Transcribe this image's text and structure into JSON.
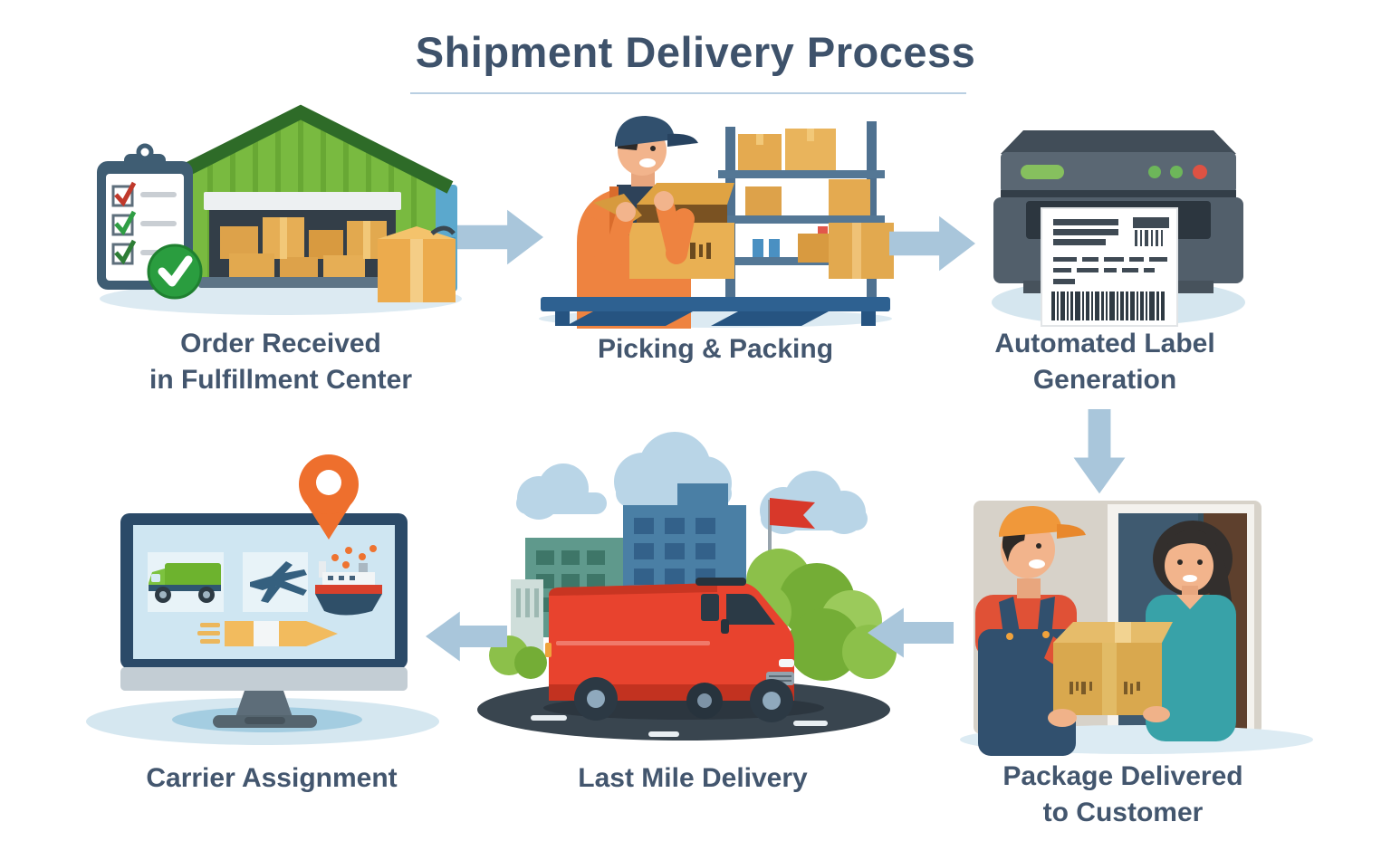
{
  "title": {
    "text": "Shipment Delivery Process"
  },
  "steps": [
    {
      "id": "order-received",
      "label_line1": "Order Received",
      "label_line2": "in Fulfillment Center",
      "illustration": "warehouse-checklist"
    },
    {
      "id": "picking-packing",
      "label_line1": "Picking & Packing",
      "label_line2": "",
      "illustration": "worker-packing-box"
    },
    {
      "id": "automated-label-generation",
      "label_line1": "Automated Label",
      "label_line2": "Generation",
      "illustration": "label-printer"
    },
    {
      "id": "package-delivered",
      "label_line1": "Package Delivered",
      "label_line2": "to Customer",
      "illustration": "doorstep-handoff"
    },
    {
      "id": "last-mile-delivery",
      "label_line1": "Last Mile Delivery",
      "label_line2": "",
      "illustration": "delivery-van-city"
    },
    {
      "id": "carrier-assignment",
      "label_line1": "Carrier Assignment",
      "label_line2": "",
      "illustration": "carrier-selection-monitor"
    }
  ],
  "arrows": [
    {
      "from": "order-received",
      "to": "picking-packing",
      "direction": "right"
    },
    {
      "from": "picking-packing",
      "to": "automated-label-generation",
      "direction": "right"
    },
    {
      "from": "automated-label-generation",
      "to": "package-delivered",
      "direction": "down"
    },
    {
      "from": "package-delivered",
      "to": "last-mile-delivery",
      "direction": "left"
    },
    {
      "from": "last-mile-delivery",
      "to": "carrier-assignment",
      "direction": "left"
    }
  ],
  "colors": {
    "background": "#ffffff",
    "title_text": "#3e526b",
    "label_text": "#43566e",
    "title_underline": "#b9cfe2",
    "arrow": "#a9c6db",
    "warehouse_green": "#79ba40",
    "cardboard_tan": "#e6ae55",
    "van_red": "#e8432e",
    "printer_gray": "#5a6773",
    "pin_orange": "#ee6f2d",
    "customer_teal": "#38a2a8",
    "check_green": "#2a9d3f",
    "shadow_blue": "#dceaf2"
  }
}
